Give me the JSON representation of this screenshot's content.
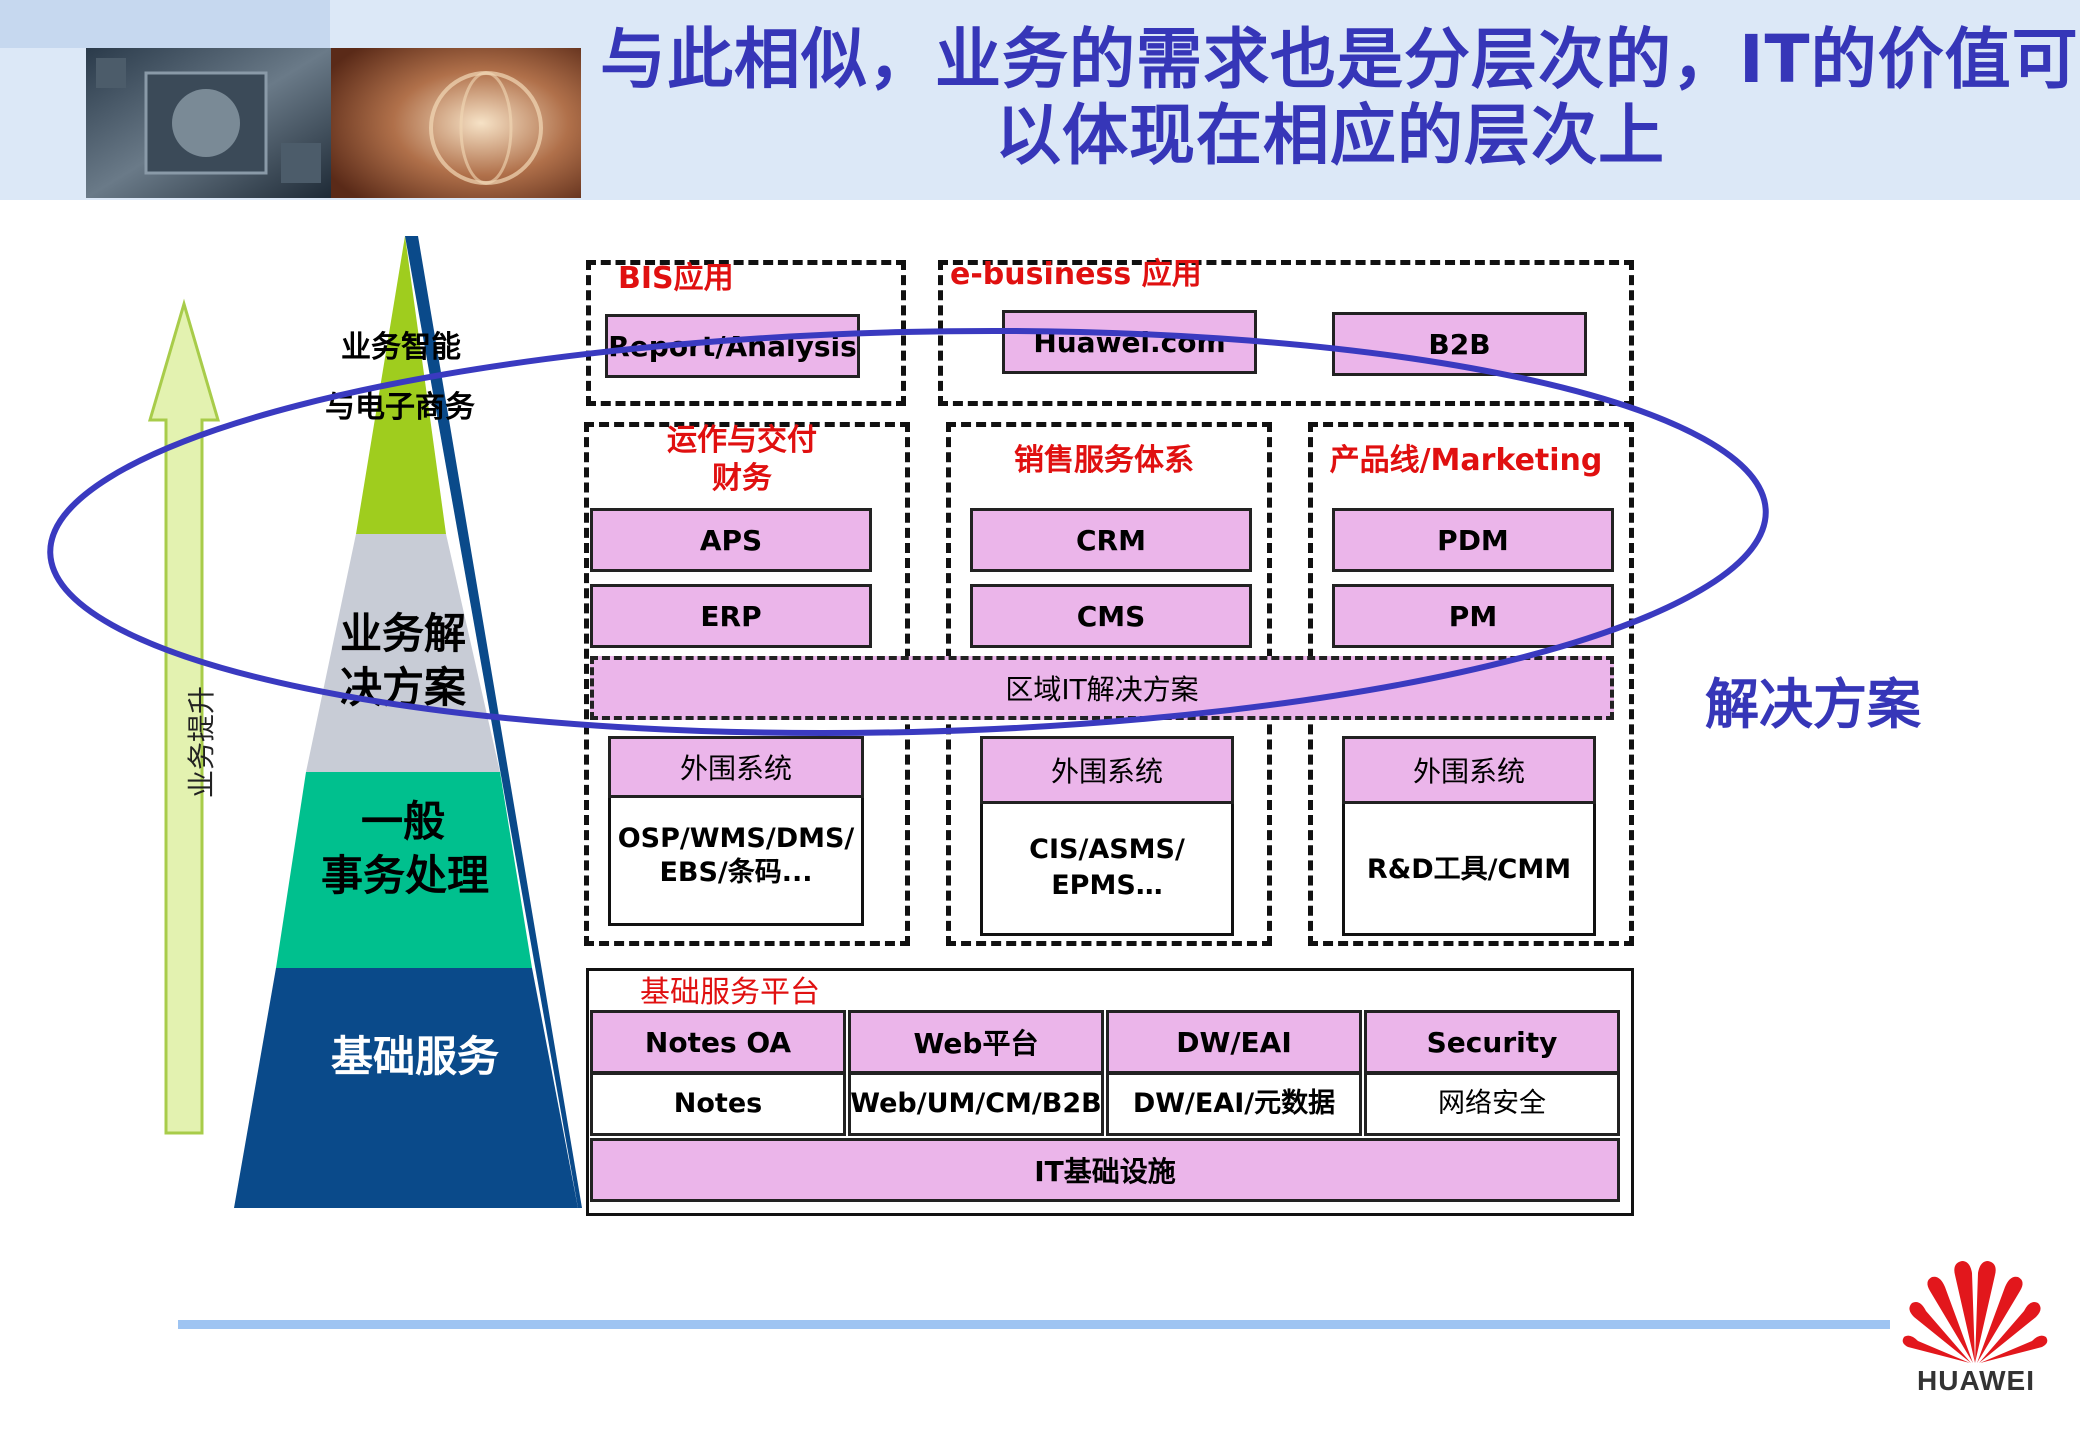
{
  "title": {
    "line1": "与此相似，业务的需求也是分层次的，IT的价值可",
    "line2": "以体现在相应的层次上"
  },
  "pyramid": {
    "level1": "业务智能",
    "level1b": "与电子商务",
    "level2a": "业务解",
    "level2b": "决方案",
    "level3a": "一般",
    "level3b": "事务处理",
    "level4": "基础服务",
    "rise_label": "业务提升",
    "colors": {
      "top": "#9fcd1e",
      "solution": "#c8ccd6",
      "general": "#00c08e",
      "base": "#0a4a8a"
    }
  },
  "bis": {
    "label": "BIS应用",
    "box": "Report/Analysis"
  },
  "ebusiness": {
    "label": "e-business 应用",
    "boxes": [
      "Huawei.com",
      "B2B"
    ]
  },
  "columns": [
    {
      "label_line1": "运作与交付",
      "label_line2": "财务",
      "boxes": [
        "APS",
        "ERP"
      ],
      "periph_title": "外围系统",
      "periph_body_1": "OSP/WMS/DMS/",
      "periph_body_2": "EBS/条码..."
    },
    {
      "label_line1": "销售服务体系",
      "label_line2": "",
      "boxes": [
        "CRM",
        "CMS"
      ],
      "periph_title": "外围系统",
      "periph_body_1": "CIS/ASMS/",
      "periph_body_2": "EPMS…"
    },
    {
      "label_line1": "产品线/Marketing",
      "label_line2": "",
      "boxes": [
        "PDM",
        "PM"
      ],
      "periph_title": "外围系统",
      "periph_body_1": "R&D工具/CMM",
      "periph_body_2": ""
    }
  ],
  "regional": "区域IT解决方案",
  "solution_label": "解决方案",
  "platform": {
    "label": "基础服务平台",
    "items": [
      {
        "top": "Notes OA",
        "bottom": "Notes"
      },
      {
        "top": "Web平台",
        "bottom": "Web/UM/CM/B2B"
      },
      {
        "top": "DW/EAI",
        "bottom": "DW/EAI/元数据"
      },
      {
        "top": "Security",
        "bottom": "网络安全"
      }
    ],
    "infra": "IT基础设施"
  },
  "logo_text": "HUAWEI",
  "colors": {
    "title": "#3636b8",
    "box_fill": "#ebb5ea",
    "section_label": "#e01010",
    "ellipse": "#3a3ac0"
  }
}
